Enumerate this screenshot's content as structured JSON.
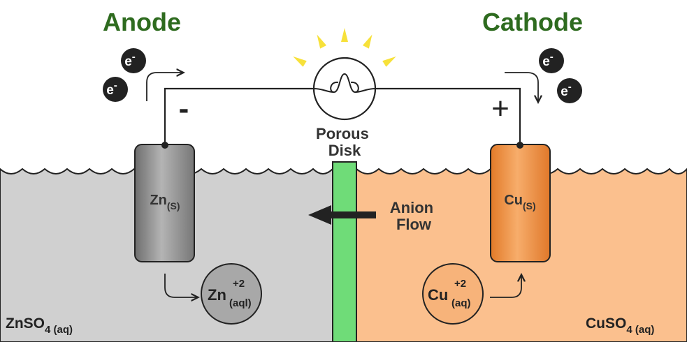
{
  "colors": {
    "title_green": "#2e6b1f",
    "zn_solution": "#d0d0d0",
    "cu_solution": "#fbc08e",
    "porous_disk": "#6fdc78",
    "electrode_zn": "#8c8c8c",
    "electrode_cu": "#f08a3a",
    "wire": "#222222",
    "electron": "#222222"
  },
  "anode": {
    "title": "Anode",
    "sign": "-",
    "electrode_base": "Zn",
    "electrode_sub": "(S)",
    "ion_base": "Zn",
    "ion_sup": "+2",
    "ion_sub": "(aql)"
  },
  "cathode": {
    "title": "Cathode",
    "sign": "+",
    "electrode_base": "Cu",
    "electrode_sub": "(S)",
    "ion_base": "Cu",
    "ion_sup": "+2",
    "ion_sub": "(aq)"
  },
  "electron": {
    "base": "e",
    "sup": "-"
  },
  "porous_disk": {
    "line1": "Porous",
    "line2": "Disk"
  },
  "anion_flow": {
    "line1": "Anion",
    "line2": "Flow"
  },
  "solutions": {
    "left_base": "ZnSO",
    "left_sub": "4 (aq)",
    "right_base": "CuSO",
    "right_sub": "4 (aq)"
  },
  "bulb_icon": "light-bulb-icon"
}
